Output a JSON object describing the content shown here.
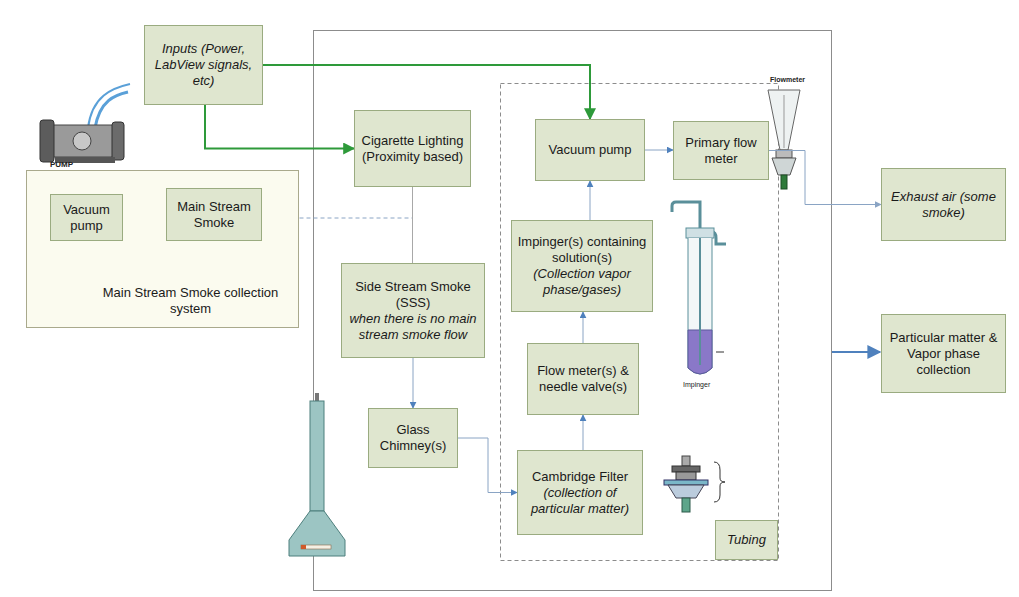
{
  "diagram": {
    "nodes": [
      {
        "text": [
          "Inputs (Power, LabView signals, etc)"
        ]
      },
      {
        "text": [
          "Main Stream Smoke collection system"
        ]
      },
      {
        "text": [
          "Vacuum pump"
        ],
        "in": 1
      },
      {
        "text": [
          "Main Stream Smoke"
        ],
        "in": 1
      },
      {
        "text": [
          "Cigarette Lighting (Proximity based)"
        ]
      },
      {
        "text": [
          "Side Stream Smoke (SSS)",
          "when there is no main stream smoke flow"
        ]
      },
      {
        "text": [
          "Glass Chimney(s)"
        ]
      },
      {
        "text": [
          "Vacuum pump"
        ]
      },
      {
        "text": [
          "Primary flow meter"
        ]
      },
      {
        "text": [
          "Impinger(s) containing solution(s)",
          "(Collection vapor phase/gases)"
        ]
      },
      {
        "text": [
          "Flow meter(s) & needle valve(s)"
        ]
      },
      {
        "text": [
          "Cambridge Filter",
          "(collection of particular matter)"
        ]
      },
      {
        "text": [
          "Tubing"
        ]
      },
      {
        "text": [
          "Exhaust air (some smoke)"
        ]
      },
      {
        "text": [
          "Particular matter & Vapor phase collection"
        ]
      }
    ],
    "edges": [
      {
        "from": 0,
        "to": 4,
        "arrow": "to"
      },
      {
        "from": 0,
        "to": 7,
        "arrow": "to"
      },
      {
        "from": 4,
        "to": 3,
        "arrow": "to"
      },
      {
        "from": 3,
        "to": 2,
        "arrow": "to"
      },
      {
        "from": 4,
        "to": 5,
        "arrow": "none"
      },
      {
        "from": 5,
        "to": 6,
        "arrow": "to"
      },
      {
        "from": 6,
        "to": 11,
        "arrow": "to"
      },
      {
        "from": 11,
        "to": 10,
        "arrow": "to"
      },
      {
        "from": 10,
        "to": 9,
        "arrow": "to"
      },
      {
        "from": 9,
        "to": 7,
        "arrow": "to"
      },
      {
        "from": 7,
        "to": 8,
        "arrow": "to"
      },
      {
        "from": 8,
        "to": 13,
        "arrow": "to"
      }
    ],
    "labels": [
      "PUMP",
      "Flowmeter",
      "Impinger"
    ]
  }
}
